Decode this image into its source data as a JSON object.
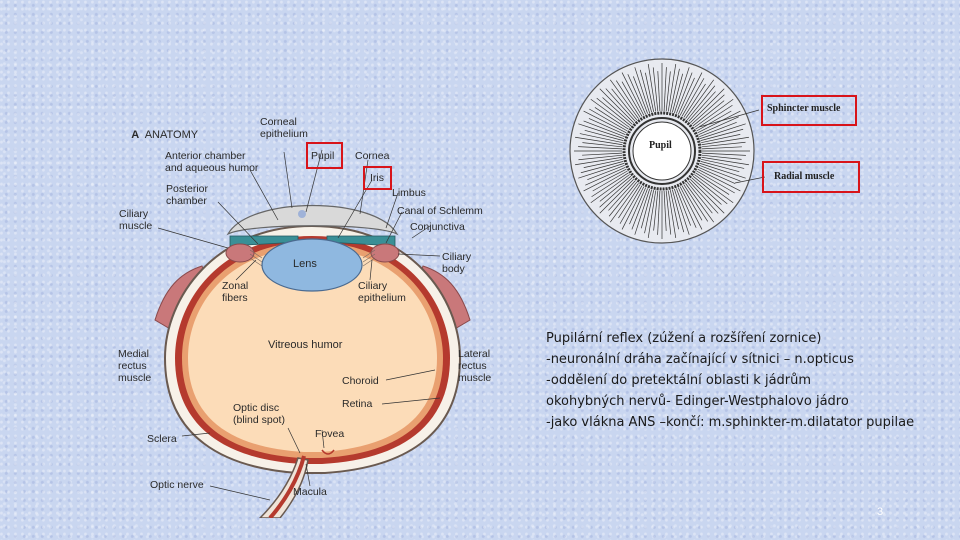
{
  "anatomy": {
    "panel_letter": "A",
    "title": "ANATOMY",
    "labels": {
      "corneal_epithelium": "Corneal\nepithelium",
      "pupil": "Pupil",
      "cornea": "Cornea",
      "iris": "Iris",
      "anterior_chamber": "Anterior chamber\nand aqueous humor",
      "posterior_chamber": "Posterior\nchamber",
      "limbus": "Limbus",
      "canal_of_schlemm": "Canal of Schlemm",
      "conjunctiva": "Conjunctiva",
      "ciliary_muscle": "Ciliary\nmuscle",
      "lens": "Lens",
      "ciliary_body": "Ciliary\nbody",
      "zonal_fibers": "Zonal\nfibers",
      "ciliary_epithelium": "Ciliary\nepithelium",
      "vitreous_humor": "Vitreous humor",
      "medial_rectus": "Medial\nrectus\nmuscle",
      "lateral_rectus": "Lateral\nrectus\nmuscle",
      "choroid": "Choroid",
      "retina": "Retina",
      "optic_disc": "Optic disc\n(blind spot)",
      "fovea": "Fovea",
      "sclera": "Sclera",
      "optic_nerve": "Optic nerve",
      "macula": "Macula"
    }
  },
  "iris_diagram": {
    "sphincter_label": "Sphincter muscle",
    "pupil_label": "Pupil",
    "radial_label": "Radial muscle"
  },
  "text": {
    "lines": [
      "Pupilární reflex (zúžení a rozšíření zornice)",
      "-neuronální dráha začínající v sítnici – n.opticus",
      "-oddělení do pretektální oblasti k jádrům",
      "okohybných nervů- Edinger-Westphalovo jádro",
      "-jako vlákna ANS –končí: m.sphinkter-m.dilatator pupilae"
    ]
  },
  "page_number": "3",
  "colors": {
    "highlight": "#d8141a",
    "background": "#c9d6f0",
    "vitreous": "#fcdcb8",
    "lens": "#8fb8e0",
    "cornea": "#d9d9d9"
  }
}
